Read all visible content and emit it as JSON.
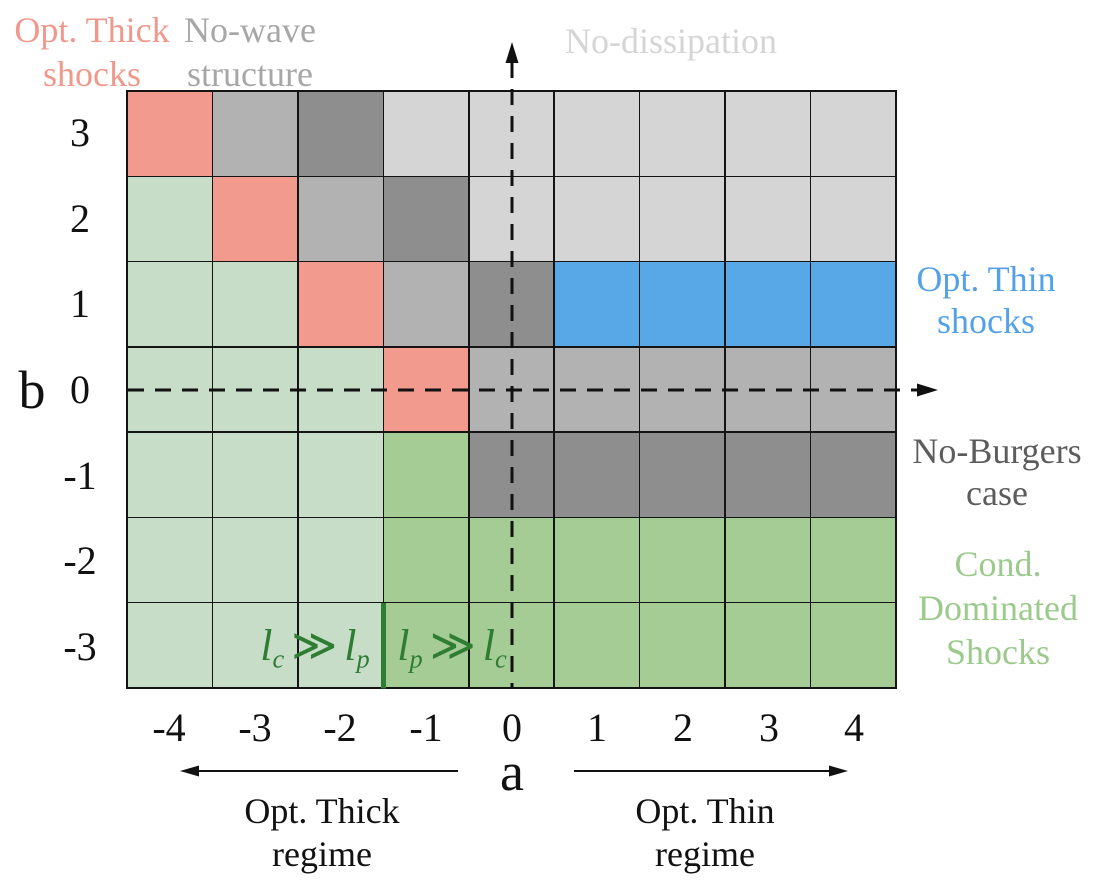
{
  "figure": {
    "accent_green": "#2e7d33",
    "axes": {
      "xlabel": "a",
      "ylabel": "b"
    },
    "outer_labels": {
      "opt_thick": {
        "lines": [
          "Opt. Thick",
          "shocks"
        ],
        "color": "#f0988c"
      },
      "no_wave": {
        "lines": [
          "No-wave",
          "structure"
        ],
        "color": "#a7a7a7"
      },
      "no_dissipation": {
        "lines": [
          "No-dissipation"
        ],
        "color": "#d5d5d5"
      },
      "opt_thin": {
        "lines": [
          "Opt. Thin",
          "shocks"
        ],
        "color": "#55a1e8"
      },
      "no_burgers": {
        "lines": [
          "No-Burgers",
          "case"
        ],
        "color": "#5c5c5c"
      },
      "cond_dominated": {
        "lines": [
          "Cond.",
          "Dominated",
          "Shocks"
        ],
        "color": "#9cca8d"
      },
      "thick_regime": {
        "lines": [
          "Opt. Thick",
          "regime"
        ],
        "color": "#111111"
      },
      "thin_regime": {
        "lines": [
          "Opt. Thin",
          "regime"
        ],
        "color": "#111111"
      }
    },
    "inline_math": {
      "left": {
        "l1": "l",
        "sub1": "c",
        "op": "≫",
        "l2": "l",
        "sub2": "p"
      },
      "right": {
        "l1": "l",
        "sub1": "p",
        "op": "≫",
        "l2": "l",
        "sub2": "c"
      }
    }
  },
  "chart_data": {
    "type": "heatmap",
    "xlabel": "a",
    "ylabel": "b",
    "x_values": [
      -4,
      -3,
      -2,
      -1,
      0,
      1,
      2,
      3,
      4
    ],
    "y_values": [
      3,
      2,
      1,
      0,
      -1,
      -2,
      -3
    ],
    "x_ticks": [
      "-4",
      "-3",
      "-2",
      "-1",
      "0",
      "1",
      "2",
      "3",
      "4"
    ],
    "y_ticks": [
      "3",
      "2",
      "1",
      "0",
      "-1",
      "-2",
      "-3"
    ],
    "grid": true,
    "regions": {
      "thick": {
        "label": "Opt. Thick shocks",
        "color": "#f29a8e"
      },
      "nowave": {
        "label": "No-wave structure",
        "color": "#b2b2b2"
      },
      "nodiss": {
        "label": "No-dissipation",
        "color": "#d5d5d5"
      },
      "thin": {
        "label": "Opt. Thin shocks",
        "color": "#58a7e7"
      },
      "noburgers": {
        "label": "No-Burgers case",
        "color": "#8e8e8e"
      },
      "cond": {
        "label": "Cond. Dominated Shocks",
        "color": "#a4cc94"
      },
      "cond_light": {
        "label": "Cond. Dominated Shocks",
        "color": "#c7ddc7"
      }
    },
    "cells": [
      [
        "thick",
        "nowave",
        "noburgers",
        "nodiss",
        "nodiss",
        "nodiss",
        "nodiss",
        "nodiss",
        "nodiss"
      ],
      [
        "cond_light",
        "thick",
        "nowave",
        "noburgers",
        "nodiss",
        "nodiss",
        "nodiss",
        "nodiss",
        "nodiss"
      ],
      [
        "cond_light",
        "cond_light",
        "thick",
        "nowave",
        "noburgers",
        "thin",
        "thin",
        "thin",
        "thin"
      ],
      [
        "cond_light",
        "cond_light",
        "cond_light",
        "thick",
        "nowave",
        "nowave",
        "nowave",
        "nowave",
        "nowave"
      ],
      [
        "cond_light",
        "cond_light",
        "cond_light",
        "cond",
        "noburgers",
        "noburgers",
        "noburgers",
        "noburgers",
        "noburgers"
      ],
      [
        "cond_light",
        "cond_light",
        "cond_light",
        "cond",
        "cond",
        "cond",
        "cond",
        "cond",
        "cond"
      ],
      [
        "cond_light",
        "cond_light",
        "cond_light",
        "cond",
        "cond",
        "cond",
        "cond",
        "cond",
        "cond"
      ]
    ],
    "annotations": {
      "lower_left_text": "l_c ≫ l_p",
      "lower_right_text": "l_p ≫ l_c",
      "x_negative_arrow_label": "Opt. Thick regime",
      "x_positive_arrow_label": "Opt. Thin regime"
    }
  }
}
